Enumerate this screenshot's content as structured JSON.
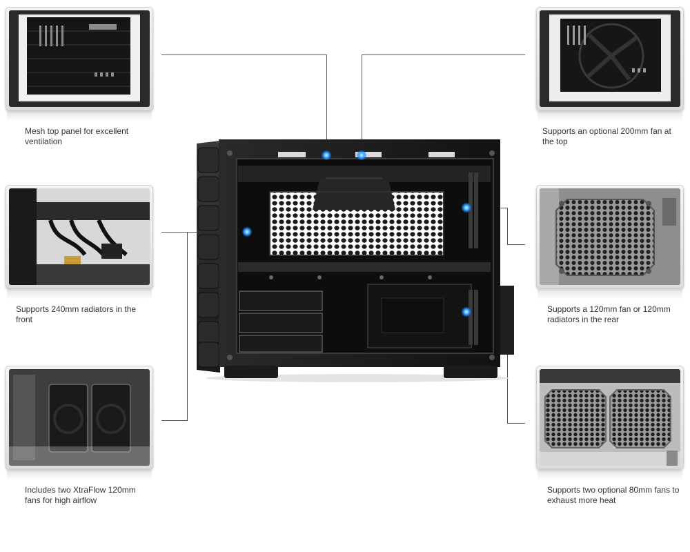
{
  "features": {
    "mesh_top": {
      "caption": "Mesh top panel for excellent ventilation"
    },
    "front_radiator": {
      "caption": "Supports 240mm radiators in the front"
    },
    "front_fans": {
      "caption": "Includes two XtraFlow 120mm fans for high airflow"
    },
    "top_fan": {
      "caption": "Supports an optional 200mm fan at the top"
    },
    "rear_fan": {
      "caption": "Supports a 120mm fan or 120mm radiators in the rear"
    },
    "rear_80mm": {
      "caption": "Supports two optional 80mm fans to exhaust more heat"
    }
  },
  "colors": {
    "accent_dot": "#39a9ff",
    "case_body": "#1c1c1c",
    "leader_line": "#555555"
  }
}
